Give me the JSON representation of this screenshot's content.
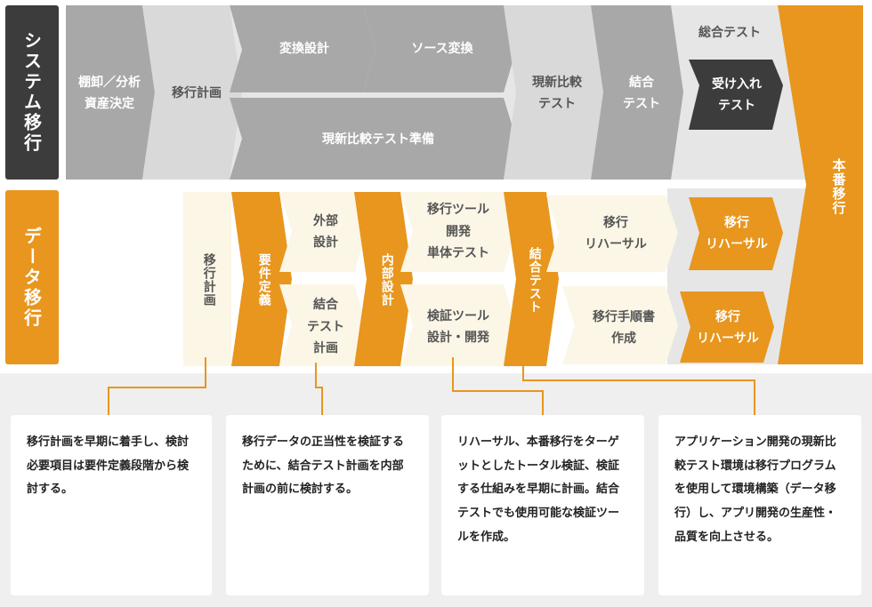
{
  "lanes": {
    "system": "システム移行",
    "data": "データ移行"
  },
  "system_steps": {
    "tanaoroshi": "棚卸／分析\n資産決定",
    "ikou_keikaku": "移行計画",
    "henkan_sekkei": "変換設計",
    "source_henkan": "ソース変換",
    "genshin_junbi": "現新比較テスト準備",
    "genshin_test": "現新比較\nテスト",
    "ketsugou_test": "結合\nテスト",
    "sougou_test": "総合テスト",
    "ukeire_test": "受け入れ\nテスト",
    "honban": "本番移行"
  },
  "data_steps": {
    "ikou_keikaku": "移行計画",
    "youken_teigi": "要件定義",
    "gaibu_sekkei": "外部\n設計",
    "ketsugou_keikaku": "結合\nテスト\n計画",
    "naibu_sekkei": "内部設計",
    "tool_dev": "移行ツール\n開発\n単体テスト",
    "kenshou_tool": "検証ツール\n設計・開発",
    "ketsugou_test": "結合テスト",
    "rehearsal": "移行\nリハーサル",
    "tejunsho": "移行手順書\n作成",
    "rehearsal_a": "移行\nリハーサル",
    "rehearsal_b": "移行\nリハーサル"
  },
  "notes": [
    "移行計画を早期に着手し、検討必要項目は要件定義段階から検討する。",
    "移行データの正当性を検証するために、結合テスト計画を内部計画の前に検討する。",
    "リハーサル、本番移行をターゲットとしたトータル検証、検証する仕組みを早期に計画。結合テストでも使用可能な検証ツールを作成。",
    "アプリケーション開発の現新比較テスト環境は移行プログラムを使用して環境構築（データ移行）し、アプリ開発の生産性・品質を向上させる。"
  ],
  "colors": {
    "gray_dark": "#a8a8a8",
    "gray_light": "#d9d9d9",
    "gray_pale": "#e6e6e6",
    "charcoal": "#3c3c3c",
    "orange": "#e8961e",
    "cream": "#fbf6e6",
    "note_bg": "#efefef"
  }
}
